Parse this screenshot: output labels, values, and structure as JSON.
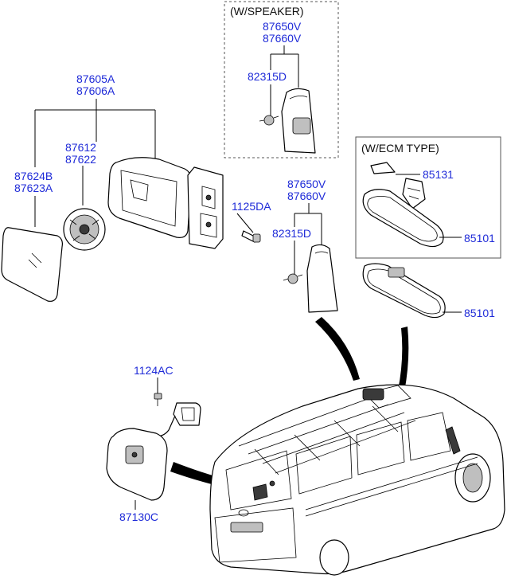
{
  "boxes": {
    "speaker_title": "(W/SPEAKER)",
    "ecm_title": "(W/ECM TYPE)"
  },
  "labels": {
    "p87650v_top": "87650V",
    "p87660v_top": "87660V",
    "p82315d_top": "82315D",
    "p87605a": "87605A",
    "p87606a": "87606A",
    "p87612": "87612",
    "p87622": "87622",
    "p87624b": "87624B",
    "p87623a": "87623A",
    "p1125da": "1125DA",
    "p87650v_mid": "87650V",
    "p87660v_mid": "87660V",
    "p82315d_mid": "82315D",
    "p85131": "85131",
    "p85101_ecm": "85101",
    "p85101": "85101",
    "p1124ac": "1124AC",
    "p87130c": "87130C"
  },
  "colors": {
    "label": "#1f2bd8",
    "line": "#000000",
    "box": "#555555"
  }
}
